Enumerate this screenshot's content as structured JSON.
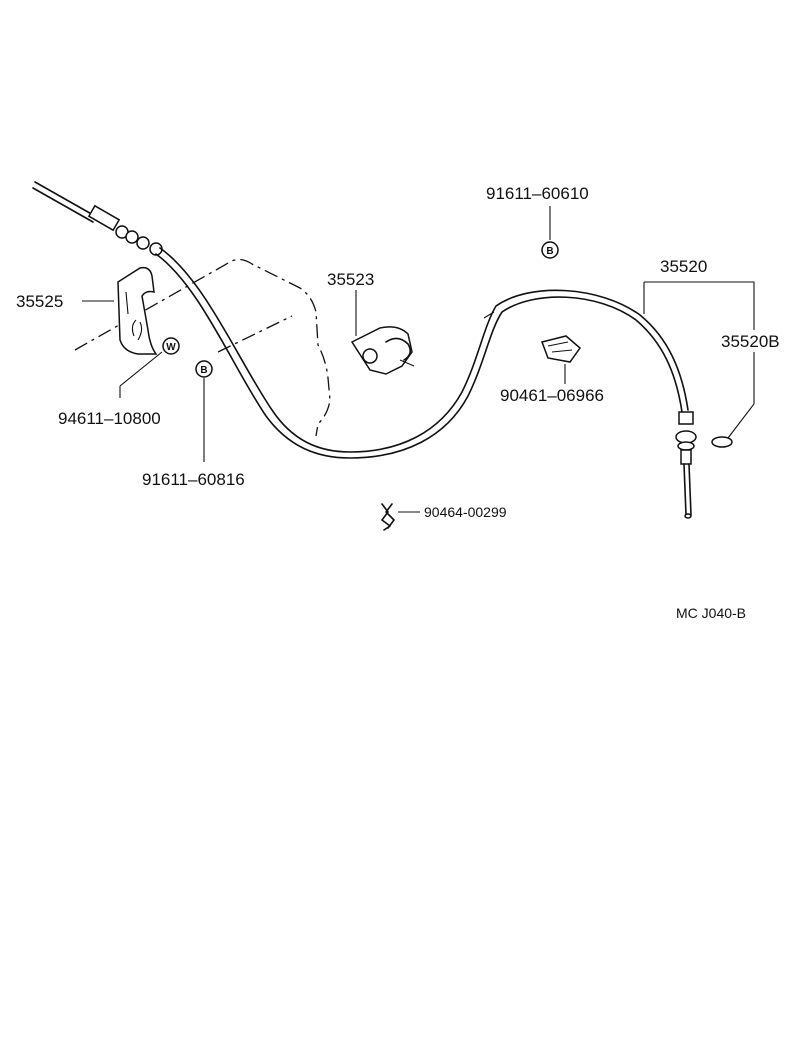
{
  "diagram": {
    "parts": {
      "p35525": "35525",
      "p35523": "35523",
      "p35520": "35520",
      "p35520B": "35520B",
      "p91611_60610": "91611–60610",
      "p90461_06966": "90461–06966",
      "p94611_10800": "94611–10800",
      "p91611_60816": "91611–60816",
      "p90464_00299": "90464-00299"
    },
    "badges": {
      "b_top": "B",
      "b_left": "B",
      "w_left": "W"
    },
    "code": "MC J040-B"
  }
}
